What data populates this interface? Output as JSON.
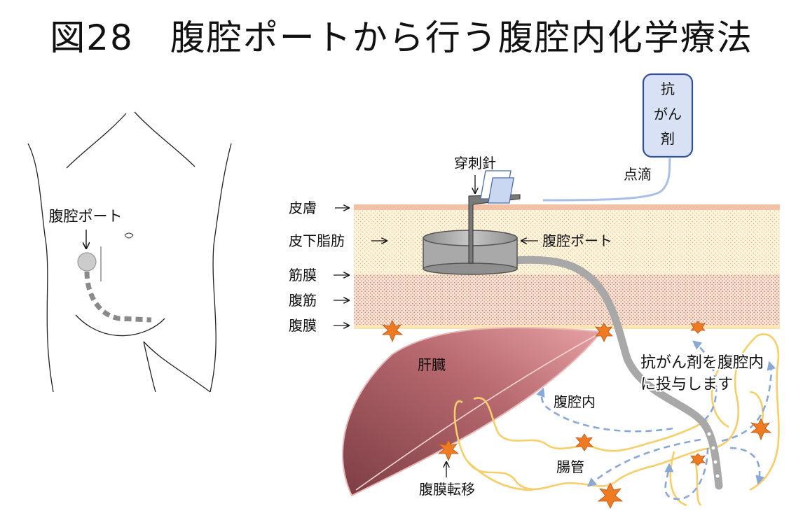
{
  "title": "図28　腹腔ポートから行う腹腔内化学療法",
  "body_figure": {
    "port_label": "腹腔ポート"
  },
  "cross_section": {
    "layers": {
      "skin": "皮膚",
      "subcutaneous_fat": "皮下脂肪",
      "fascia": "筋膜",
      "abdominal_muscle": "腹筋",
      "peritoneum": "腹膜"
    },
    "needle_label": "穿刺針",
    "port_label": "腹腔ポート",
    "drip_label": "点滴",
    "drug_bag_label_lines": [
      "抗",
      "がん",
      "剤"
    ],
    "liver_label": "肝臓",
    "cavity_label": "腹腔内",
    "intestine_label": "腸管",
    "metastasis_label": "腹膜転移",
    "instruction_lines": [
      "抗がん剤を腹腔内",
      "に投与します"
    ]
  },
  "colors": {
    "skin": "#f2c2a6",
    "fat": "#fdf3dd",
    "muscle": "#f6ddd0",
    "liver_dark": "#8f4c52",
    "liver_light": "#d4878d",
    "intestine": "#f7cf6a",
    "flow_arrow": "#88a8d8",
    "metastasis": "#ee7a22",
    "catheter": "#a8a8a8",
    "bag_fill": "#d8e2f4",
    "bag_stroke": "#3050a0"
  }
}
